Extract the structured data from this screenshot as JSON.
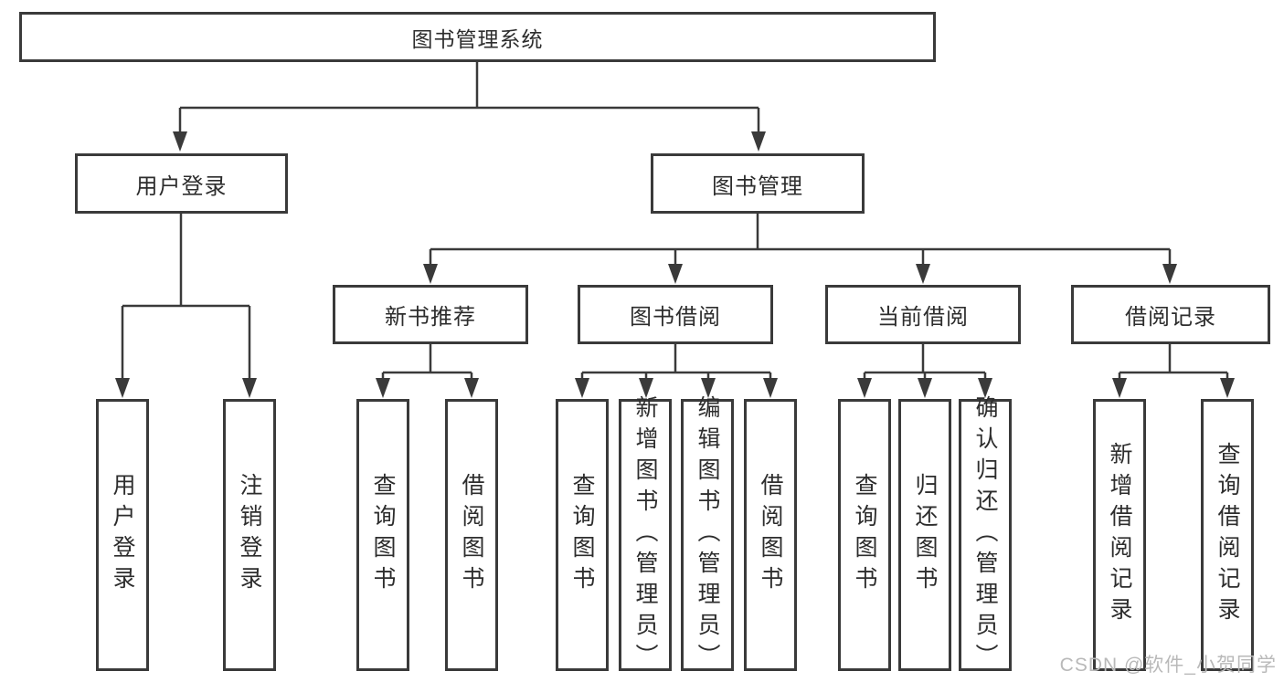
{
  "diagram": {
    "root": {
      "id": "library-system",
      "label": "图书管理系统"
    },
    "level2": [
      {
        "id": "user-login",
        "parent": "library-system",
        "label": "用户登录"
      },
      {
        "id": "book-management",
        "parent": "library-system",
        "label": "图书管理"
      }
    ],
    "level3": [
      {
        "id": "new-book-recommend",
        "parent": "book-management",
        "label": "新书推荐"
      },
      {
        "id": "book-borrow",
        "parent": "book-management",
        "label": "图书借阅"
      },
      {
        "id": "current-borrow",
        "parent": "book-management",
        "label": "当前借阅"
      },
      {
        "id": "borrow-records",
        "parent": "book-management",
        "label": "借阅记录"
      }
    ],
    "leaves": [
      {
        "parent": "user-login",
        "label": "用户登录"
      },
      {
        "parent": "user-login",
        "label": "注销登录"
      },
      {
        "parent": "new-book-recommend",
        "label": "查询图书"
      },
      {
        "parent": "new-book-recommend",
        "label": "借阅图书"
      },
      {
        "parent": "book-borrow",
        "label": "查询图书"
      },
      {
        "parent": "book-borrow",
        "label": "新增图书（管理员）"
      },
      {
        "parent": "book-borrow",
        "label": "编辑图书（管理员）"
      },
      {
        "parent": "book-borrow",
        "label": "借阅图书"
      },
      {
        "parent": "current-borrow",
        "label": "查询图书"
      },
      {
        "parent": "current-borrow",
        "label": "归还图书"
      },
      {
        "parent": "current-borrow",
        "label": "确认归还（管理员）"
      },
      {
        "parent": "borrow-records",
        "label": "新增借阅记录"
      },
      {
        "parent": "borrow-records",
        "label": "查询借阅记录"
      }
    ],
    "watermark": "CSDN @软件_小贺同学",
    "colors": {
      "line": "#3a3a3a",
      "text": "#2d2d2d",
      "background": "#ffffff",
      "watermark": "#b9b9b9"
    }
  }
}
